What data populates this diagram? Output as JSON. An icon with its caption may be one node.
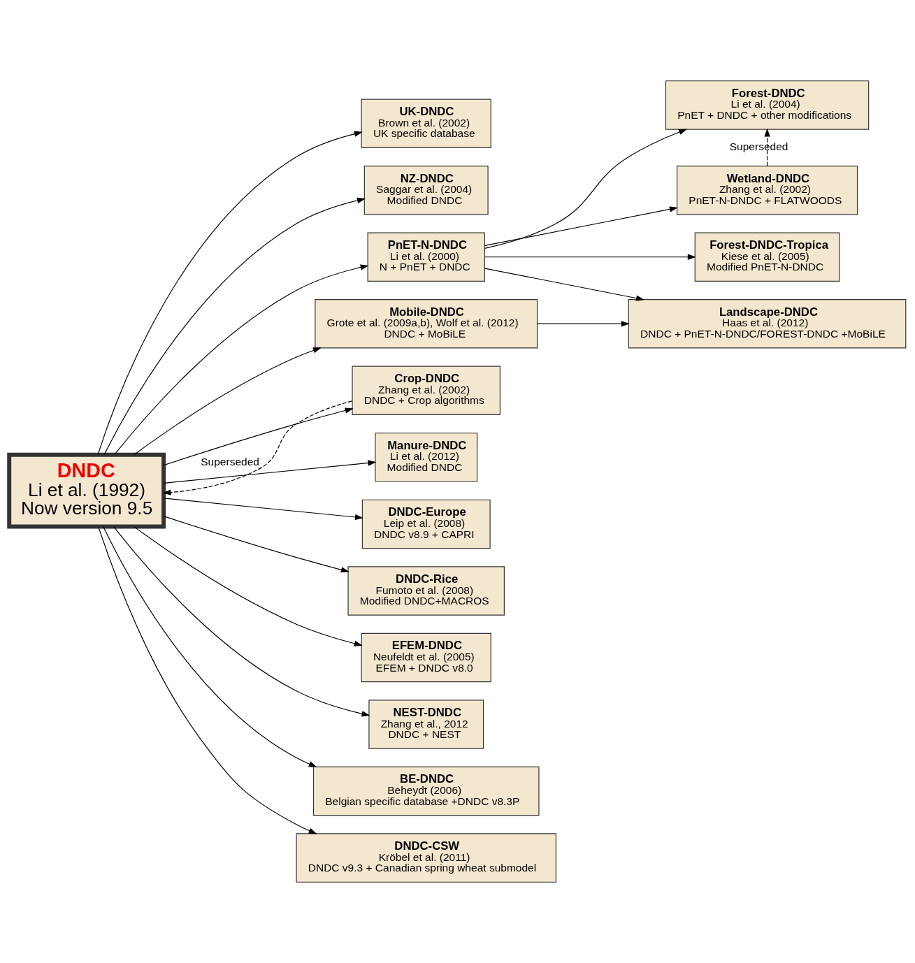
{
  "diagram": {
    "nodes": [
      {
        "text": [
          "DNDC",
          "Li et al. (1992)",
          "Now version 9.5"
        ]
      },
      {
        "text": [
          "Forest-DNDC",
          "Li et al. (2004)",
          "PnET + DNDC + other modifications"
        ]
      },
      {
        "text": [
          "UK-DNDC",
          "Brown et al. (2002)",
          "UK specific database"
        ]
      },
      {
        "text": [
          "NZ-DNDC",
          "Saggar et al. (2004)",
          "Modified DNDC"
        ]
      },
      {
        "text": [
          "Wetland-DNDC",
          "Zhang et al. (2002)",
          "PnET-N-DNDC + FLATWOODS"
        ]
      },
      {
        "text": [
          "PnET-N-DNDC",
          "Li et al. (2000)",
          "N + PnET + DNDC"
        ]
      },
      {
        "text": [
          "Forest-DNDC-Tropica",
          "Kiese et al. (2005)",
          "Modified PnET-N-DNDC"
        ]
      },
      {
        "text": [
          "Landscape-DNDC",
          "Haas et al. (2012)",
          "DNDC + PnET-N-DNDC/FOREST-DNDC +MoBiLE"
        ]
      },
      {
        "text": [
          "Mobile-DNDC",
          "Grote et al. (2009a,b), Wolf et al. (2012)",
          "DNDC + MoBiLE"
        ]
      },
      {
        "text": [
          "Crop-DNDC",
          "Zhang et al. (2002)",
          "DNDC + Crop algorithms"
        ]
      },
      {
        "text": [
          "Manure-DNDC",
          "Li et al. (2012)",
          "Modified DNDC"
        ]
      },
      {
        "text": [
          "DNDC-Europe",
          "Leip et al. (2008)",
          "DNDC v8.9 + CAPRI"
        ]
      },
      {
        "text": [
          "DNDC-Rice",
          "Fumoto et al. (2008)",
          "Modified DNDC+MACROS"
        ]
      },
      {
        "text": [
          "EFEM-DNDC",
          "Neufeldt et al. (2005)",
          "EFEM + DNDC v8.0"
        ]
      },
      {
        "text": [
          "NEST-DNDC",
          "Zhang et al., 2012",
          "DNDC + NEST"
        ]
      },
      {
        "text": [
          "BE-DNDC",
          "Beheydt (2006)",
          "Belgian specific database +DNDC v8.3P"
        ]
      },
      {
        "text": [
          "DNDC-CSW",
          "Kröbel et al. (2011)",
          "DNDC v9.3 + Canadian spring wheat submodel"
        ]
      }
    ],
    "edges": [
      {
        "from": 0,
        "to": 3,
        "arrow": "to"
      },
      {
        "from": 0,
        "to": 2,
        "arrow": "to"
      },
      {
        "from": 0,
        "to": 5,
        "arrow": "to"
      },
      {
        "from": 5,
        "to": 4,
        "arrow": "to"
      },
      {
        "from": 5,
        "to": 1,
        "arrow": "to"
      },
      {
        "from": 4,
        "to": 1,
        "arrow": "to",
        "style": "dashed",
        "label": "Superseded"
      },
      {
        "from": 5,
        "to": 6,
        "arrow": "to"
      },
      {
        "from": 5,
        "to": 7,
        "arrow": "to"
      },
      {
        "from": 0,
        "to": 8,
        "arrow": "to"
      },
      {
        "from": 8,
        "to": 7,
        "arrow": "to"
      },
      {
        "from": 0,
        "to": 9,
        "arrow": "to"
      },
      {
        "from": 9,
        "to": 0,
        "arrow": "to",
        "style": "dashed",
        "label": "Superseded"
      },
      {
        "from": 0,
        "to": 10,
        "arrow": "to"
      },
      {
        "from": 0,
        "to": 11,
        "arrow": "to"
      },
      {
        "from": 0,
        "to": 12,
        "arrow": "to"
      },
      {
        "from": 0,
        "to": 13,
        "arrow": "to"
      },
      {
        "from": 0,
        "to": 14,
        "arrow": "to"
      },
      {
        "from": 0,
        "to": 15,
        "arrow": "to"
      },
      {
        "from": 0,
        "to": 16,
        "arrow": "to"
      }
    ]
  }
}
